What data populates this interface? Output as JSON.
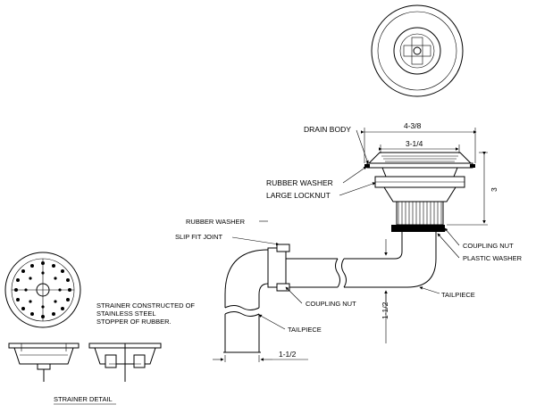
{
  "labels": {
    "drain_body": "DRAIN BODY",
    "rubber_washer_top": "RUBBER WASHER",
    "large_locknut": "LARGE LOCKNUT",
    "rubber_washer_side": "RUBBER WASHER",
    "slip_fit_joint": "SLIP FIT JOINT",
    "coupling_nut_right": "COUPLING NUT",
    "plastic_washer": "PLASTIC WASHER",
    "coupling_nut_left": "COUPLING NUT",
    "tailpiece_right": "TAILPIECE",
    "tailpiece_left": "TAILPIECE",
    "strainer_note_1": "STRAINER CONSTRUCTED OF",
    "strainer_note_2": "STAINLESS STEEL",
    "strainer_note_3": "STOPPER OF RUBBER.",
    "strainer_detail": "STRAINER DETAIL"
  },
  "dimensions": {
    "outer_width": "4-3/8",
    "inner_width": "3-1/4",
    "height": "3",
    "pipe_vertical": "1-1/2",
    "pipe_horizontal": "1-1/2"
  }
}
